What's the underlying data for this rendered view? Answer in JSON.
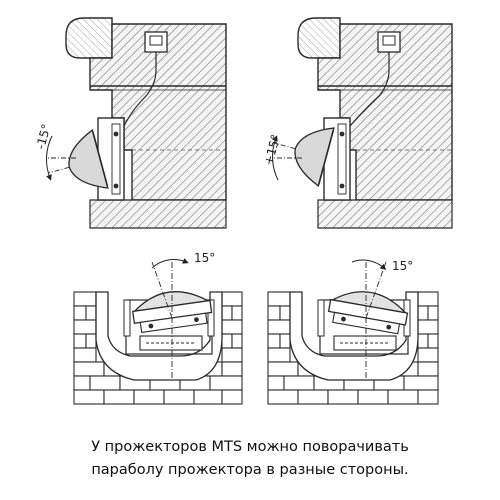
{
  "angles": {
    "top_left": "-15°",
    "top_right": "+15°",
    "bottom_left": "15°",
    "bottom_right": "15°"
  },
  "caption": {
    "line1": "У прожекторов MTS можно поворачивать",
    "line2": "параболу прожектора в разные стороны."
  },
  "colors": {
    "stroke": "#2a2a2a",
    "hatch": "#6a6a6a",
    "wall_fill": "#f4f4f4",
    "light_beam": "#d9d9d9"
  }
}
